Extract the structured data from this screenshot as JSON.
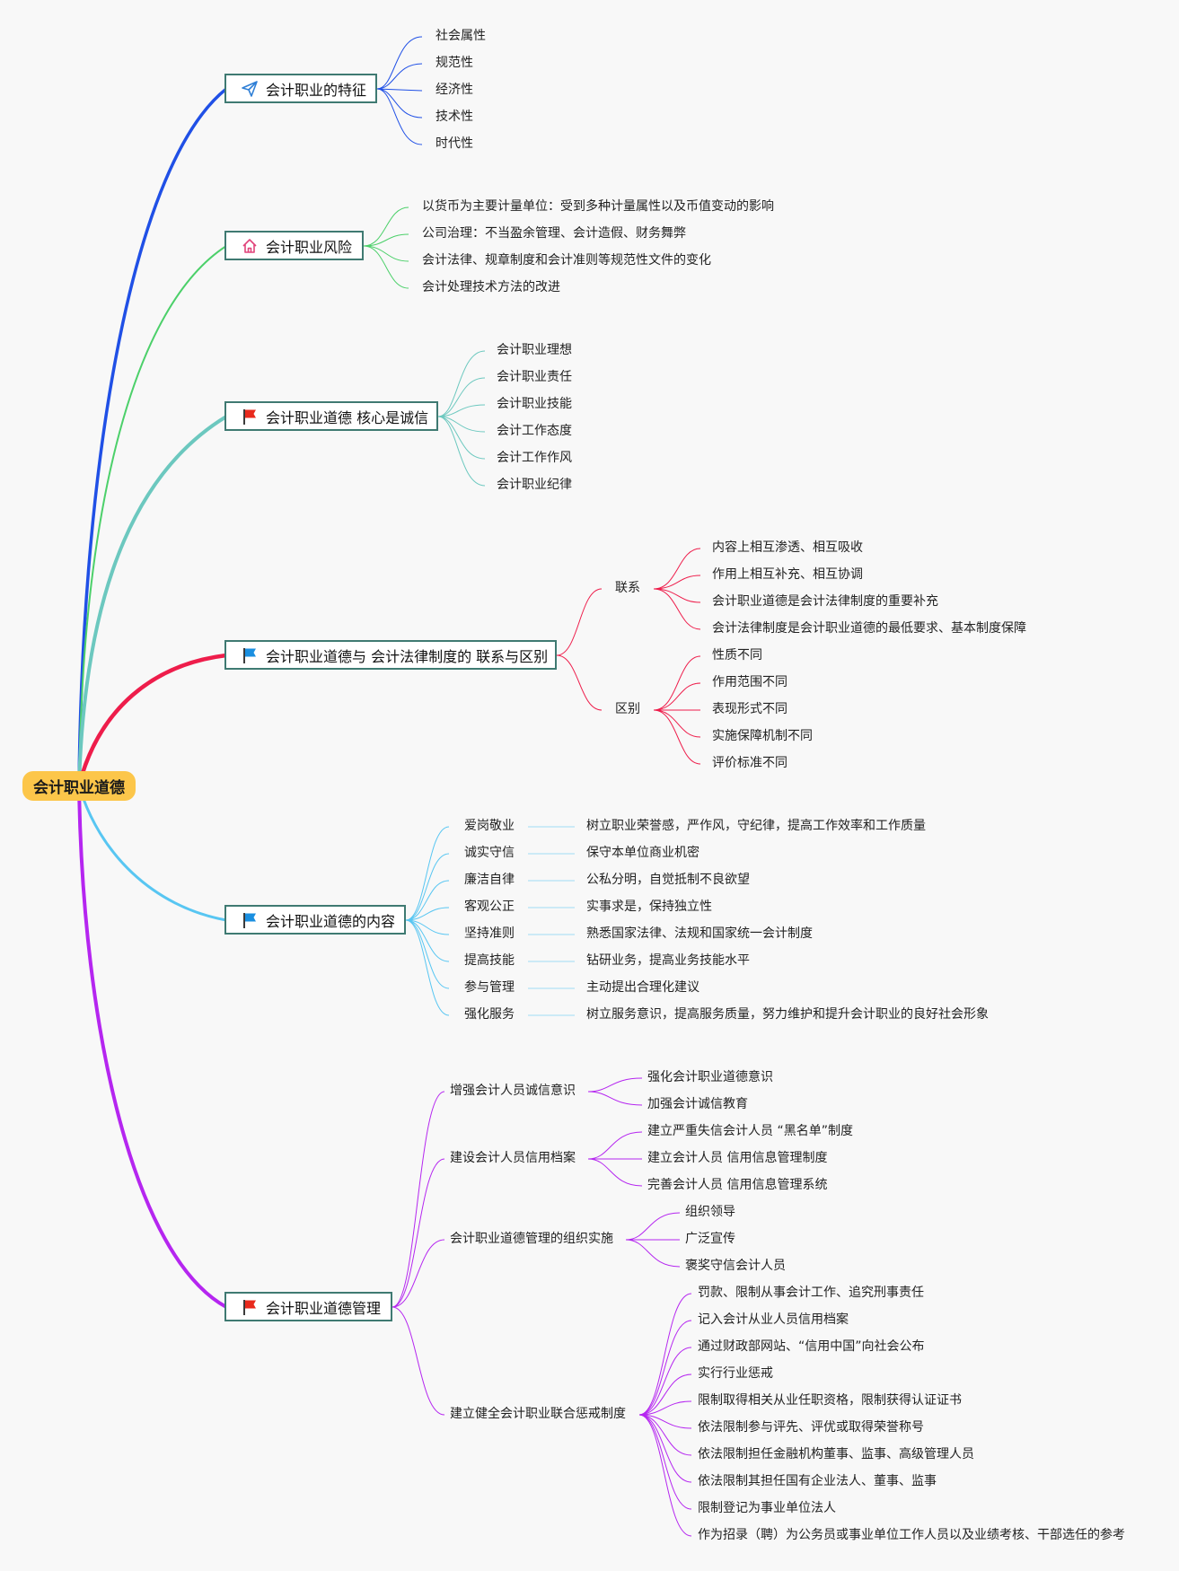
{
  "root": {
    "label": "会计职业道德"
  },
  "colors": {
    "b1": "#2050e6",
    "b2": "#4cd06a",
    "b3": "#6cc8bf",
    "b4": "#ee1d4b",
    "b5": "#58c6f2",
    "b6": "#b526f0",
    "box_border": "#3f7a72"
  },
  "branches": [
    {
      "label": "会计职业的特征",
      "icon": "paper-plane-icon",
      "leaves": [
        "社会属性",
        "规范性",
        "经济性",
        "技术性",
        "时代性"
      ]
    },
    {
      "label": "会计职业风险",
      "icon": "home-icon",
      "leaves": [
        "以货币为主要计量单位：受到多种计量属性以及币值变动的影响",
        "公司治理：不当盈余管理、会计造假、财务舞弊",
        "会计法律、规章制度和会计准则等规范性文件的变化",
        "会计处理技术方法的改进"
      ]
    },
    {
      "label": "会计职业道德 核心是诚信",
      "icon": "red-flag-icon",
      "leaves": [
        "会计职业理想",
        "会计职业责任",
        "会计职业技能",
        "会计工作态度",
        "会计工作作风",
        "会计职业纪律"
      ]
    },
    {
      "label": "会计职业道德与 会计法律制度的 联系与区别",
      "icon": "blue-flag-icon",
      "subs": [
        {
          "label": "联系",
          "leaves": [
            "内容上相互渗透、相互吸收",
            "作用上相互补充、相互协调",
            "会计职业道德是会计法律制度的重要补充",
            "会计法律制度是会计职业道德的最低要求、基本制度保障"
          ]
        },
        {
          "label": "区别",
          "leaves": [
            "性质不同",
            "作用范围不同",
            "表现形式不同",
            "实施保障机制不同",
            "评价标准不同"
          ]
        }
      ]
    },
    {
      "label": "会计职业道德的内容",
      "icon": "blue-flag-icon",
      "subs": [
        {
          "label": "爱岗敬业",
          "leaves": [
            "树立职业荣誉感，严作风，守纪律，提高工作效率和工作质量"
          ]
        },
        {
          "label": "诚实守信",
          "leaves": [
            "保守本单位商业机密"
          ]
        },
        {
          "label": "廉洁自律",
          "leaves": [
            "公私分明，自觉抵制不良欲望"
          ]
        },
        {
          "label": "客观公正",
          "leaves": [
            "实事求是，保持独立性"
          ]
        },
        {
          "label": "坚持准则",
          "leaves": [
            "熟悉国家法律、法规和国家统一会计制度"
          ]
        },
        {
          "label": "提高技能",
          "leaves": [
            "钻研业务，提高业务技能水平"
          ]
        },
        {
          "label": "参与管理",
          "leaves": [
            "主动提出合理化建议"
          ]
        },
        {
          "label": "强化服务",
          "leaves": [
            "树立服务意识，提高服务质量，努力维护和提升会计职业的良好社会形象"
          ]
        }
      ]
    },
    {
      "label": "会计职业道德管理",
      "icon": "red-flag-icon",
      "subs": [
        {
          "label": "增强会计人员诚信意识",
          "leaves": [
            "强化会计职业道德意识",
            "加强会计诚信教育"
          ]
        },
        {
          "label": "建设会计人员信用档案",
          "leaves": [
            "建立严重失信会计人员 “黑名单”制度",
            "建立会计人员 信用信息管理制度",
            "完善会计人员 信用信息管理系统"
          ]
        },
        {
          "label": "会计职业道德管理的组织实施",
          "leaves": [
            "组织领导",
            "广泛宣传",
            "褒奖守信会计人员"
          ]
        },
        {
          "label": "建立健全会计职业联合惩戒制度",
          "leaves": [
            "罚款、限制从事会计工作、追究刑事责任",
            "记入会计从业人员信用档案",
            "通过财政部网站、“信用中国”向社会公布",
            "实行行业惩戒",
            "限制取得相关从业任职资格，限制获得认证证书",
            "依法限制参与评先、评优或取得荣誉称号",
            "依法限制担任金融机构董事、监事、高级管理人员",
            "依法限制其担任国有企业法人、董事、监事",
            "限制登记为事业单位法人",
            "作为招录（聘）为公务员或事业单位工作人员以及业绩考核、干部选任的参考"
          ]
        }
      ]
    }
  ]
}
